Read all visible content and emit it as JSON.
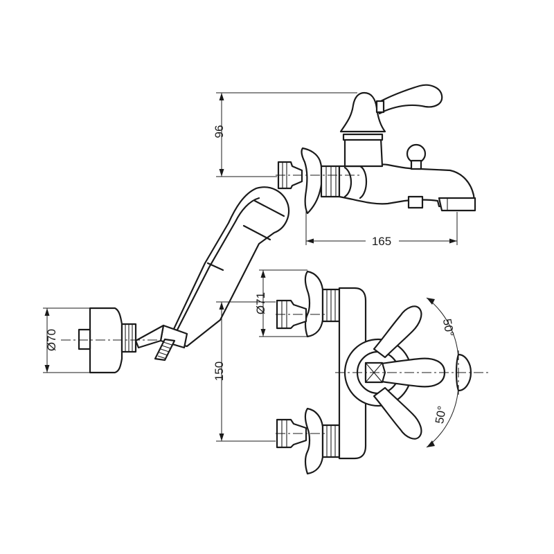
{
  "dimensions": {
    "top_height": "96",
    "top_width": "165",
    "inlet_diameter": "Ø71",
    "shower_holder_diameter": "Ø70",
    "center_distance": "150",
    "handle_angle_upper": "50°",
    "handle_angle_lower": "50°"
  }
}
